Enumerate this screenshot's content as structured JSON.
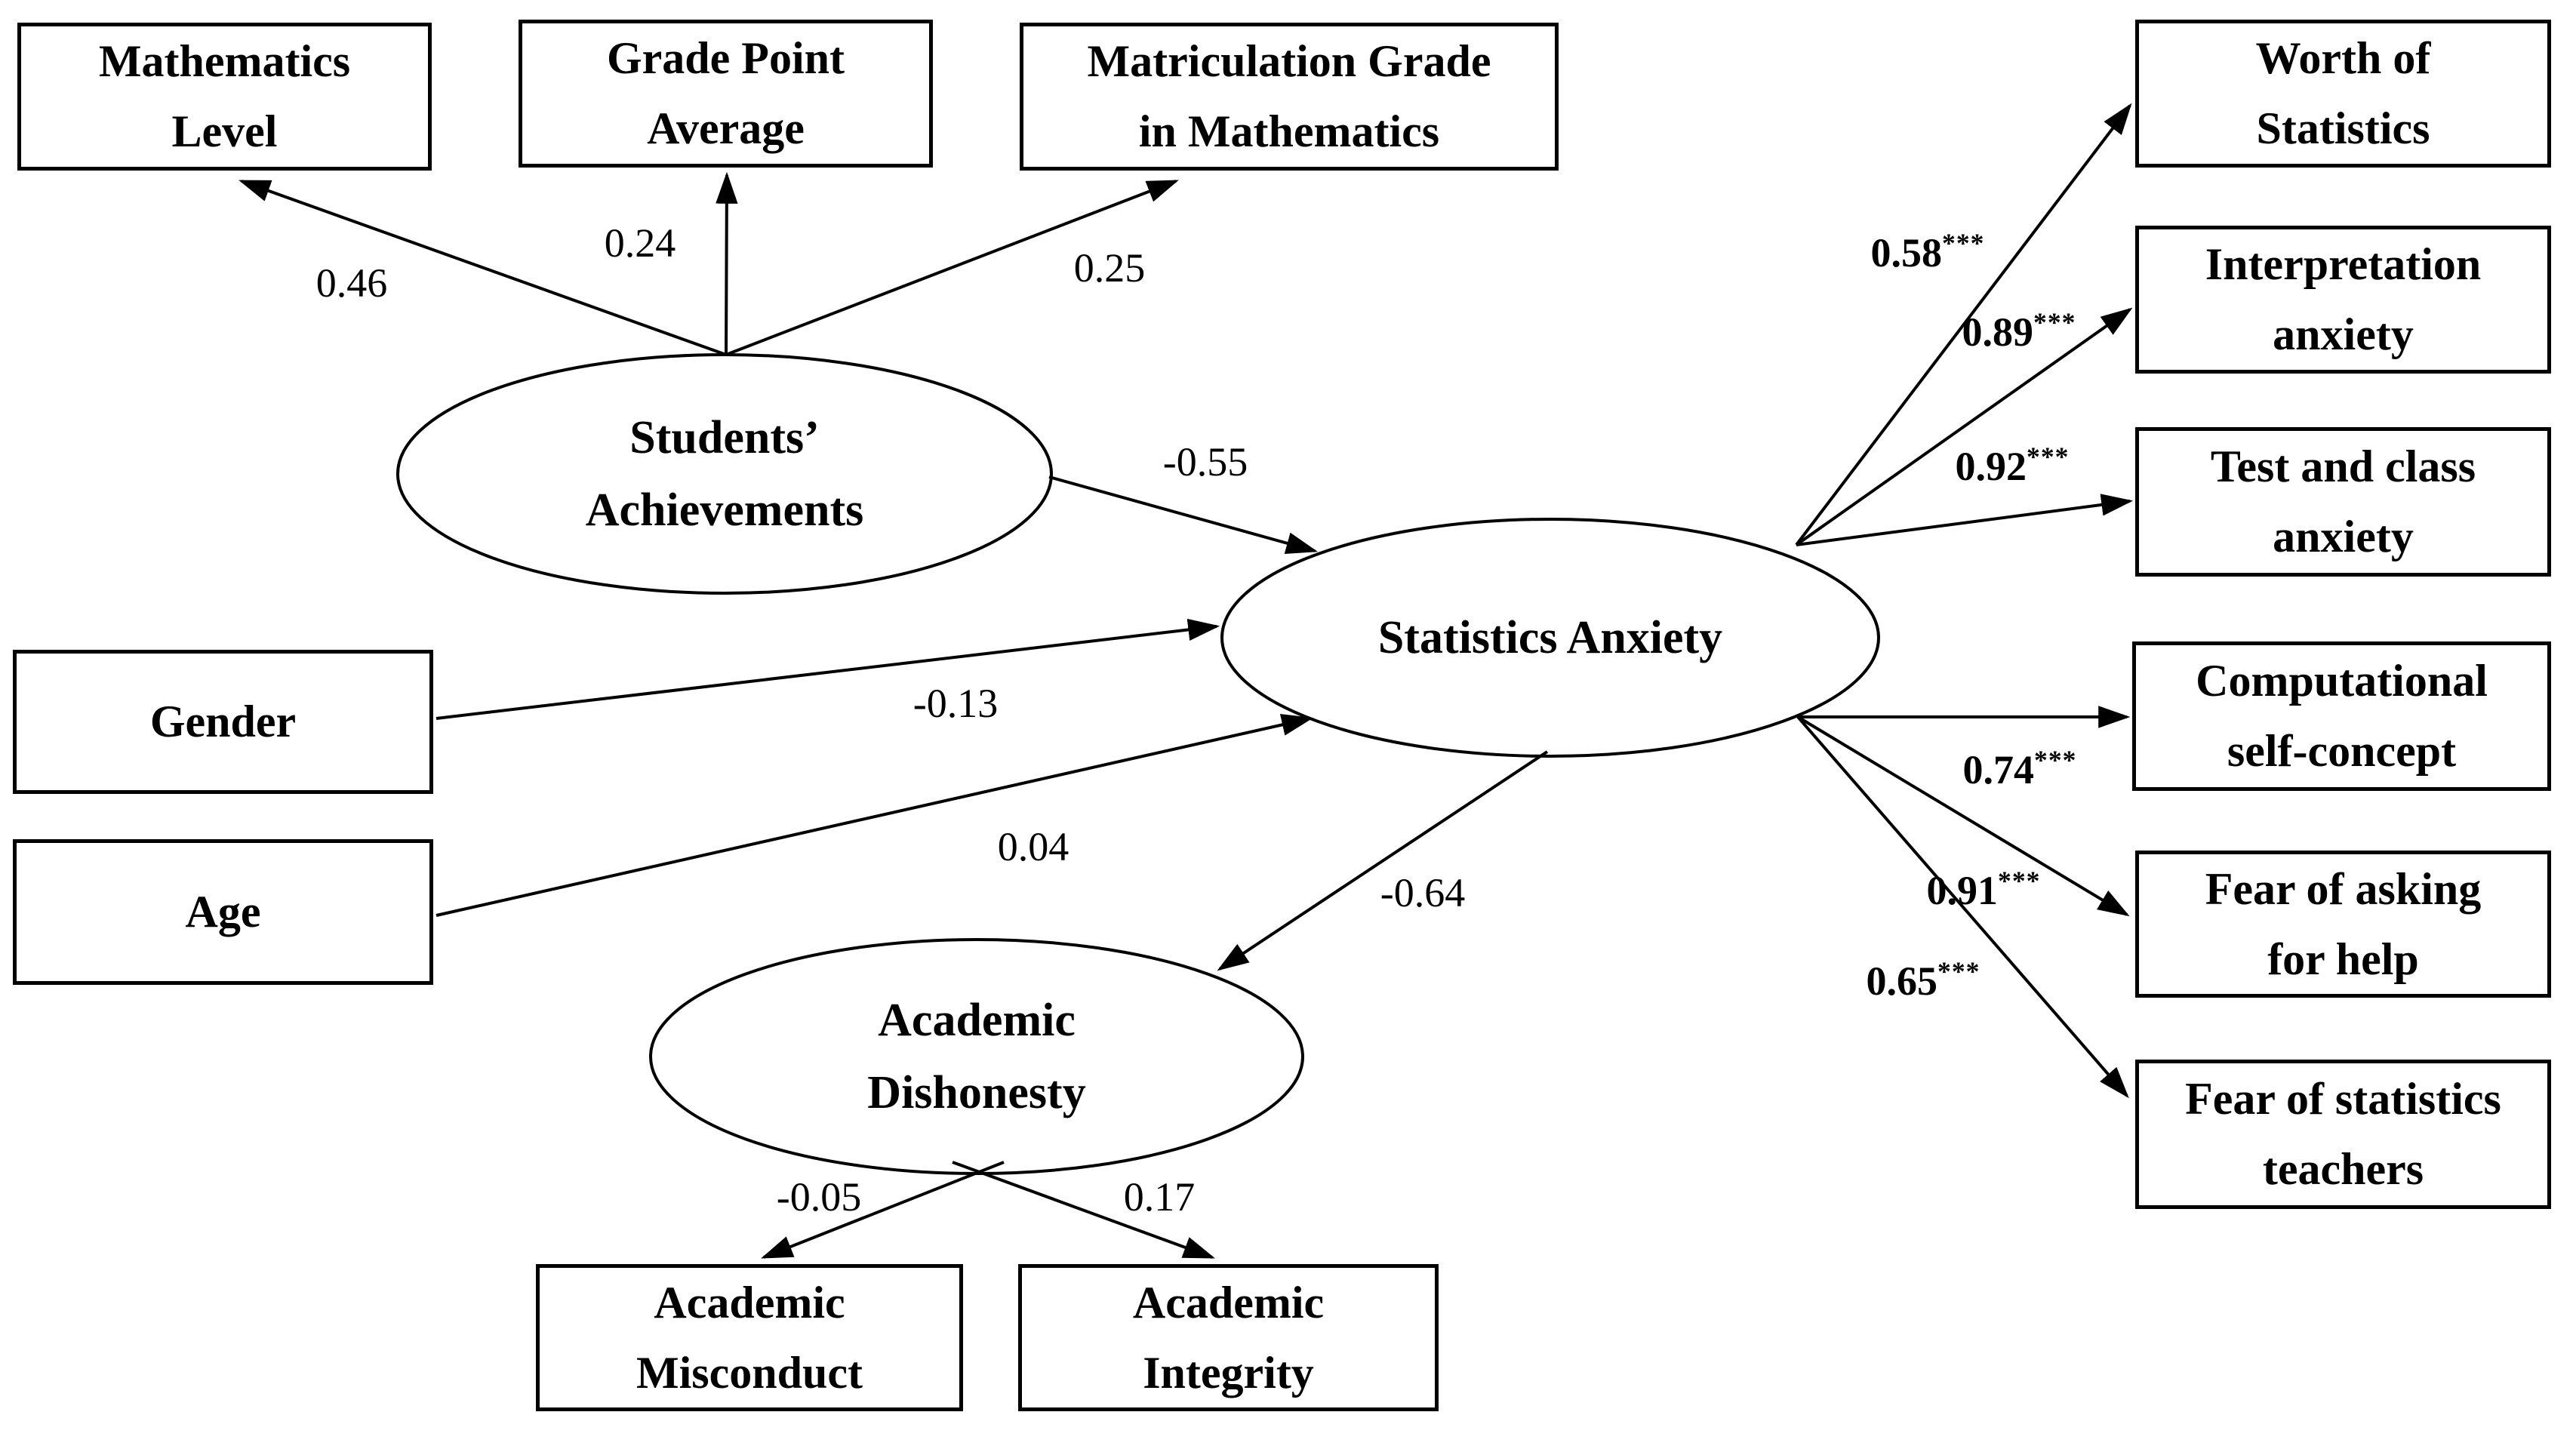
{
  "figure": {
    "type": "structural equation model path diagram",
    "background_color": "#ffffff",
    "ink_color": "#000000"
  },
  "latent_variables": [
    {
      "id": "students-achievements",
      "lines": [
        "Students’",
        "Achievements"
      ]
    },
    {
      "id": "statistics-anxiety",
      "lines": [
        "Statistics Anxiety",
        ""
      ]
    },
    {
      "id": "academic-dishonesty",
      "lines": [
        "Academic",
        "Dishonesty"
      ]
    }
  ],
  "observed_variables": [
    {
      "id": "mathematics-level",
      "lines": [
        "Mathematics",
        "Level"
      ]
    },
    {
      "id": "grade-point-average",
      "lines": [
        "Grade Point",
        "Average"
      ]
    },
    {
      "id": "matriculation-grade",
      "lines": [
        "Matriculation Grade",
        "in Mathematics"
      ]
    },
    {
      "id": "worth-of-statistics",
      "lines": [
        "Worth of",
        "Statistics"
      ]
    },
    {
      "id": "interpretation-anxiety",
      "lines": [
        "Interpretation",
        "anxiety"
      ]
    },
    {
      "id": "test-and-class-anxiety",
      "lines": [
        "Test and class",
        "anxiety"
      ]
    },
    {
      "id": "computational-self-concept",
      "lines": [
        "Computational",
        "self-concept"
      ]
    },
    {
      "id": "fear-of-asking-for-help",
      "lines": [
        "Fear of asking",
        "for help"
      ]
    },
    {
      "id": "fear-of-statistics-teachers",
      "lines": [
        "Fear of statistics",
        "teachers"
      ]
    },
    {
      "id": "gender",
      "lines": [
        "Gender",
        ""
      ]
    },
    {
      "id": "age",
      "lines": [
        "Age",
        ""
      ]
    },
    {
      "id": "academic-misconduct",
      "lines": [
        "Academic",
        "Misconduct"
      ]
    },
    {
      "id": "academic-integrity",
      "lines": [
        "Academic",
        "Integrity"
      ]
    }
  ],
  "paths": [
    {
      "from": "Students’ Achievements",
      "to": "Mathematics Level",
      "coefficient": "0.46",
      "significance": ""
    },
    {
      "from": "Students’ Achievements",
      "to": "Grade Point Average",
      "coefficient": "0.24",
      "significance": ""
    },
    {
      "from": "Students’ Achievements",
      "to": "Matriculation Grade in Mathematics",
      "coefficient": "0.25",
      "significance": ""
    },
    {
      "from": "Students’ Achievements",
      "to": "Statistics Anxiety",
      "coefficient": "-0.55",
      "significance": ""
    },
    {
      "from": "Gender",
      "to": "Statistics Anxiety",
      "coefficient": "-0.13",
      "significance": ""
    },
    {
      "from": "Age",
      "to": "Statistics Anxiety",
      "coefficient": "0.04",
      "significance": ""
    },
    {
      "from": "Statistics Anxiety",
      "to": "Academic Dishonesty",
      "coefficient": "-0.64",
      "significance": ""
    },
    {
      "from": "Statistics Anxiety",
      "to": "Worth of Statistics",
      "coefficient": "0.58",
      "significance": "***"
    },
    {
      "from": "Statistics Anxiety",
      "to": "Interpretation anxiety",
      "coefficient": "0.89",
      "significance": "***"
    },
    {
      "from": "Statistics Anxiety",
      "to": "Test and class anxiety",
      "coefficient": "0.92",
      "significance": "***"
    },
    {
      "from": "Statistics Anxiety",
      "to": "Computational self-concept",
      "coefficient": "0.74",
      "significance": "***"
    },
    {
      "from": "Statistics Anxiety",
      "to": "Fear of asking for help",
      "coefficient": "0.91",
      "significance": "***"
    },
    {
      "from": "Statistics Anxiety",
      "to": "Fear of statistics teachers",
      "coefficient": "0.65",
      "significance": "***"
    },
    {
      "from": "Academic Dishonesty",
      "to": "Academic Misconduct",
      "coefficient": "-0.05",
      "significance": ""
    },
    {
      "from": "Academic Dishonesty",
      "to": "Academic Integrity",
      "coefficient": "0.17",
      "significance": ""
    }
  ]
}
